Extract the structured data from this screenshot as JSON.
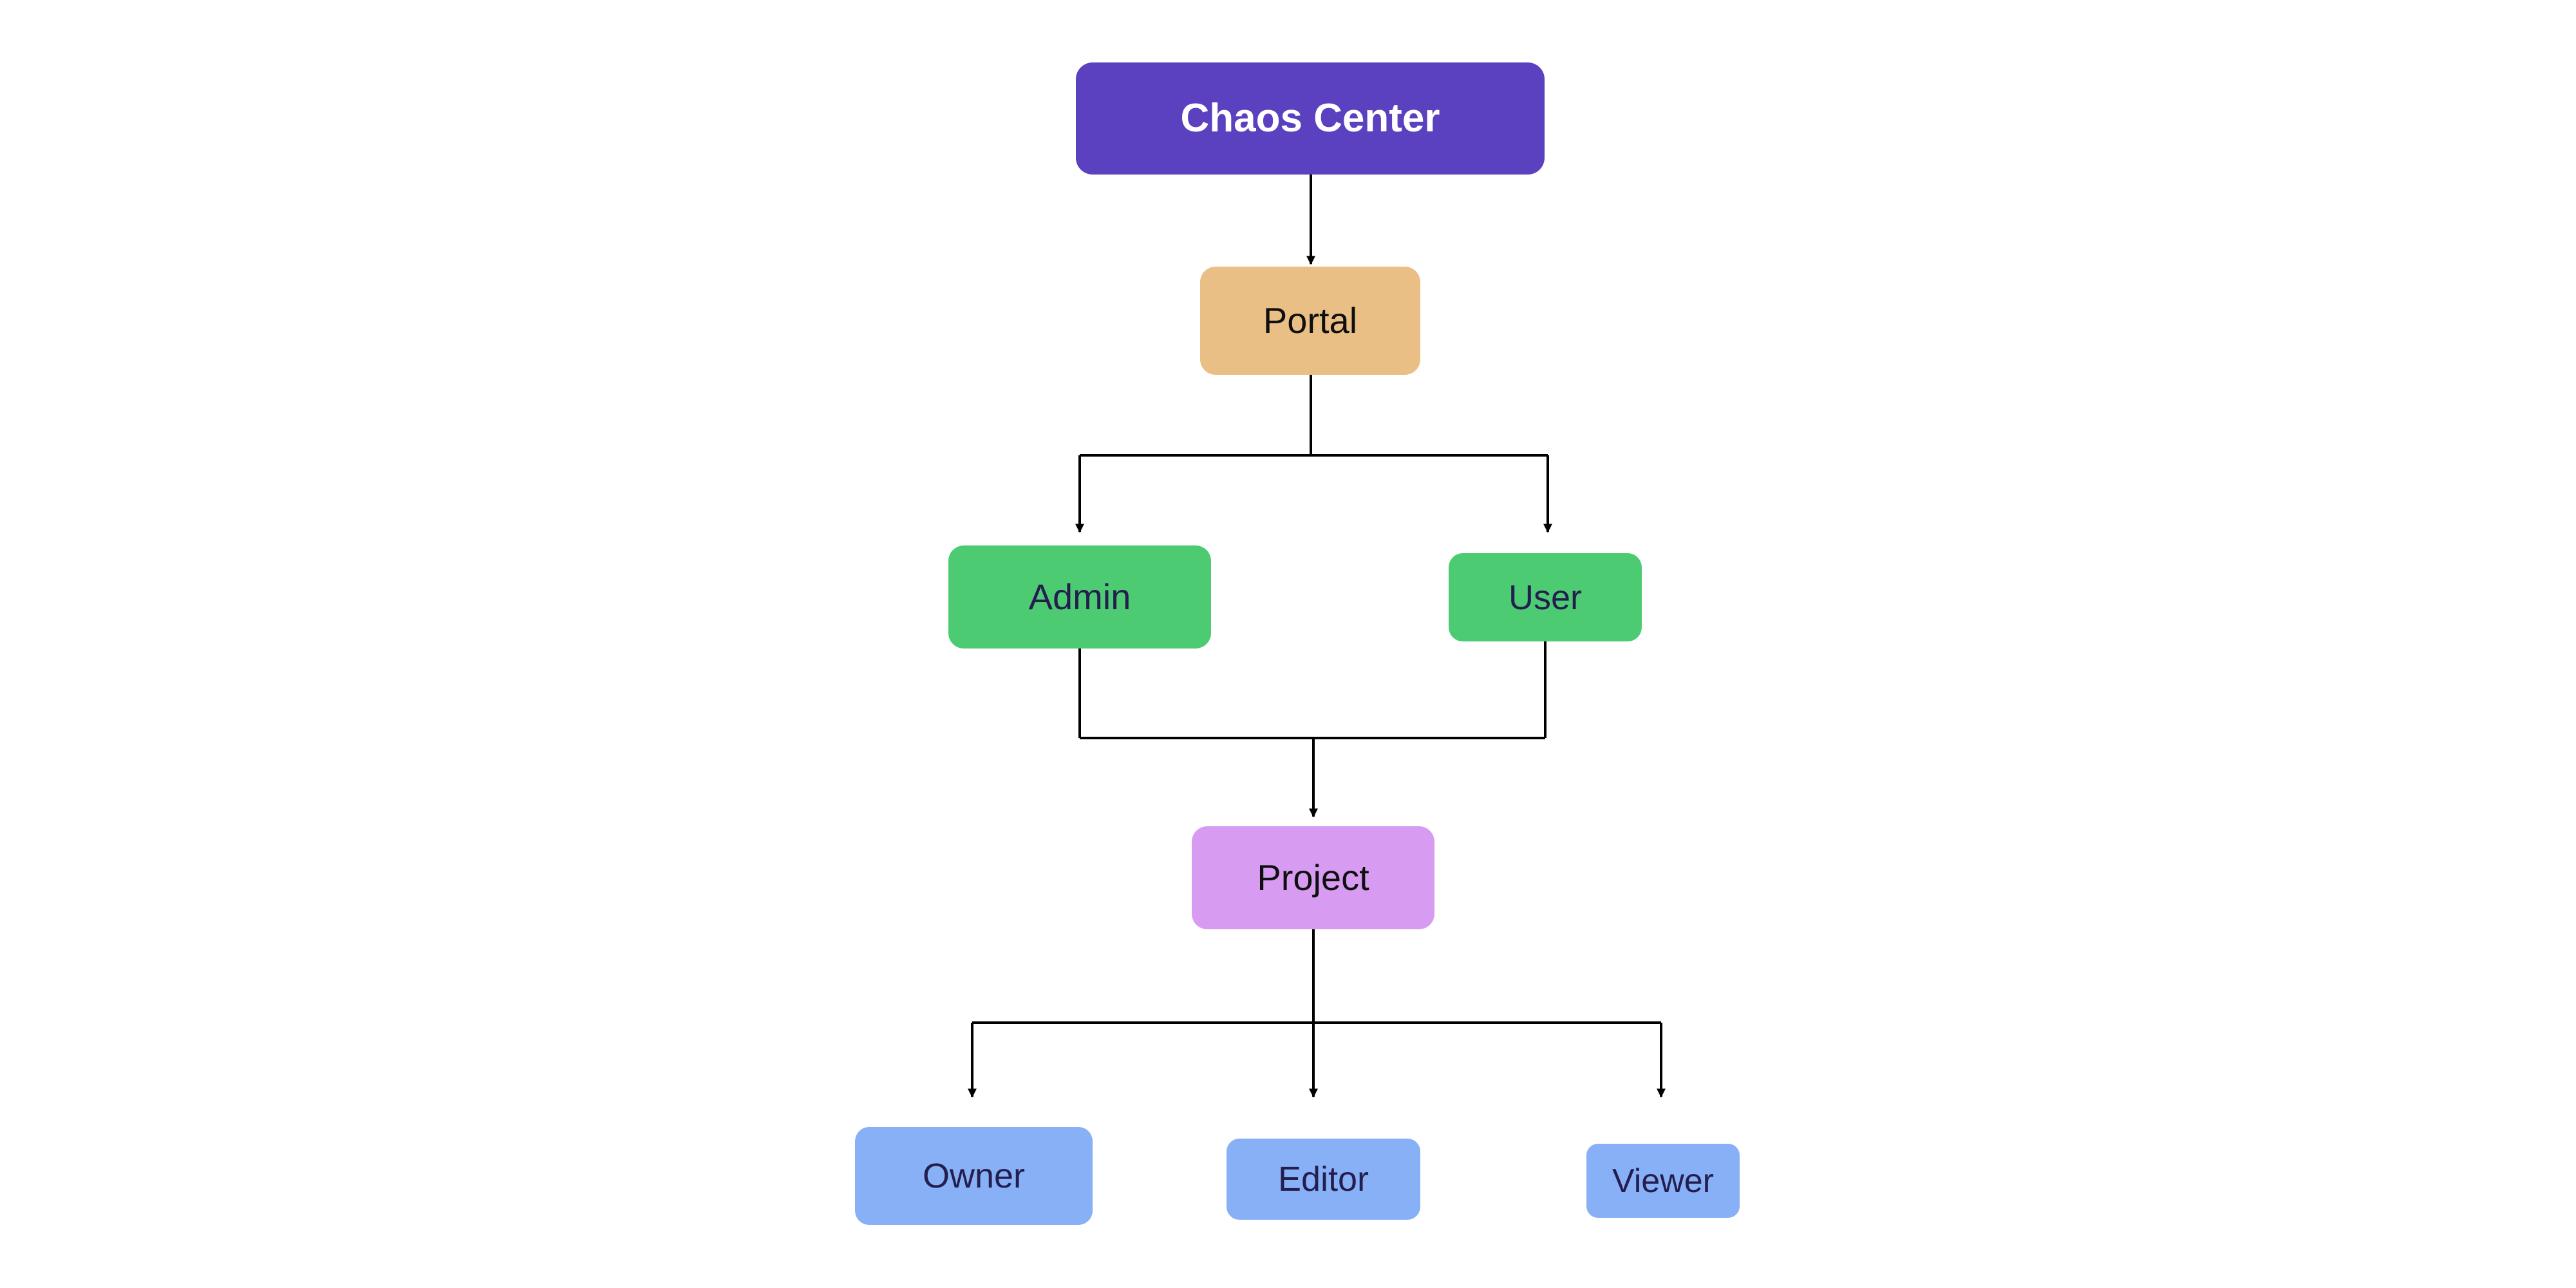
{
  "diagram": {
    "nodes": {
      "chaos_center": {
        "label": "Chaos Center",
        "bg": "#5b40bf",
        "text_color": "#ffffff"
      },
      "portal": {
        "label": "Portal",
        "bg": "#e9bf85",
        "text_color": "#0f0f0f"
      },
      "admin": {
        "label": "Admin",
        "bg": "#4dcb73",
        "text_color": "#241e4e"
      },
      "user": {
        "label": "User",
        "bg": "#4dcb73",
        "text_color": "#241e4e"
      },
      "project": {
        "label": "Project",
        "bg": "#d89bf2",
        "text_color": "#0f0f0f"
      },
      "owner": {
        "label": "Owner",
        "bg": "#87b0f7",
        "text_color": "#241e4e"
      },
      "editor": {
        "label": "Editor",
        "bg": "#87b0f7",
        "text_color": "#241e4e"
      },
      "viewer": {
        "label": "Viewer",
        "bg": "#87b0f7",
        "text_color": "#241e4e"
      }
    },
    "edges": [
      {
        "from": "chaos_center",
        "to": "portal"
      },
      {
        "from": "portal",
        "to": "admin"
      },
      {
        "from": "portal",
        "to": "user"
      },
      {
        "from": "admin",
        "to": "project"
      },
      {
        "from": "user",
        "to": "project"
      },
      {
        "from": "project",
        "to": "owner"
      },
      {
        "from": "project",
        "to": "editor"
      },
      {
        "from": "project",
        "to": "viewer"
      }
    ],
    "edge_color": "#000000",
    "background_color": "#ffffff"
  }
}
